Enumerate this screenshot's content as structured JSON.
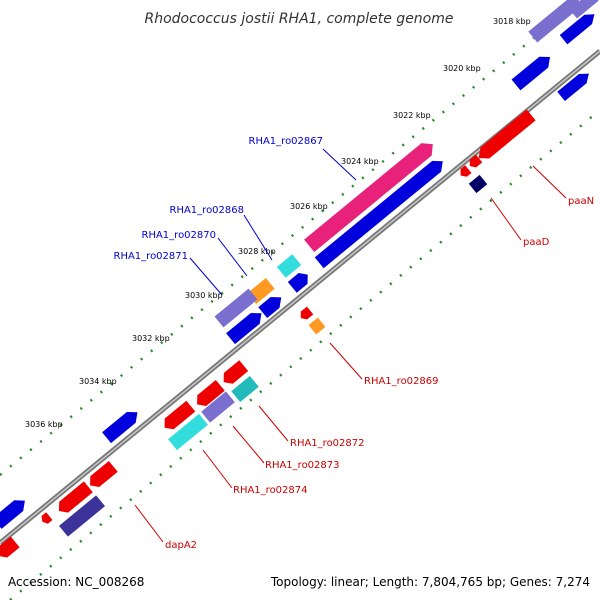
{
  "title": "Rhodococcus jostii RHA1, complete genome",
  "accession": "Accession: NC_008268",
  "topology": "Topology: linear; Length: 7,804,765 bp; Genes: 7,274",
  "colors": {
    "label_upper": "#0000cc",
    "label_lower": "#cc0000",
    "backbone": "#888888",
    "ticks": "#2a8a2a"
  },
  "scale_labels": [
    "3018 kbp",
    "3020 kbp",
    "3022 kbp",
    "3024 kbp",
    "3026 kbp",
    "3028 kbp",
    "3030 kbp",
    "3032 kbp",
    "3034 kbp",
    "3036 kbp"
  ],
  "gene_labels_upper": [
    "RHA1_ro02867",
    "RHA1_ro02868",
    "RHA1_ro02870",
    "RHA1_ro02871"
  ],
  "gene_labels_lower": [
    "paaN",
    "paaD",
    "RHA1_ro02869",
    "RHA1_ro02872",
    "RHA1_ro02873",
    "RHA1_ro02874",
    "dapA2"
  ]
}
